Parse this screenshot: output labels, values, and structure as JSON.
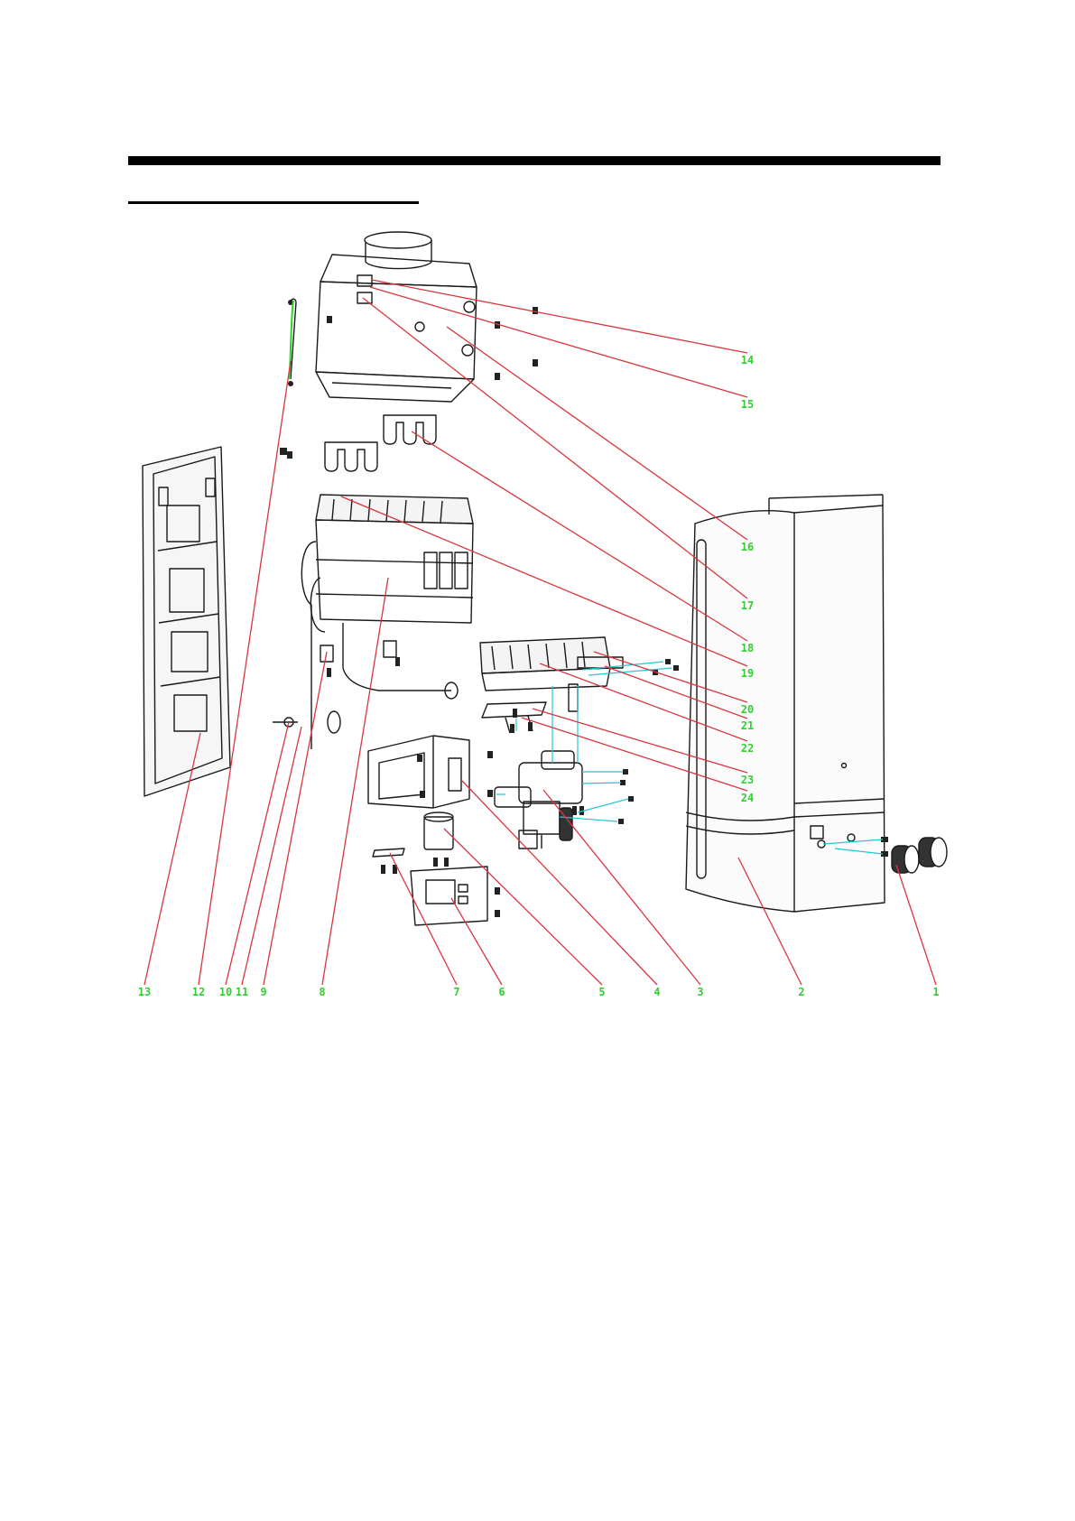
{
  "colors": {
    "leader": "#d9363e",
    "label": "#2fd12f",
    "line_art": "#1a1a1a",
    "connector": "#22c7d6",
    "rule": "#000000"
  },
  "callouts": [
    {
      "id": "1",
      "text": "1"
    },
    {
      "id": "2",
      "text": "2"
    },
    {
      "id": "3",
      "text": "3"
    },
    {
      "id": "4",
      "text": "4"
    },
    {
      "id": "5",
      "text": "5"
    },
    {
      "id": "6",
      "text": "6"
    },
    {
      "id": "7",
      "text": "7"
    },
    {
      "id": "8",
      "text": "8"
    },
    {
      "id": "9",
      "text": "9"
    },
    {
      "id": "10",
      "text": "10"
    },
    {
      "id": "11",
      "text": "11"
    },
    {
      "id": "12",
      "text": "12"
    },
    {
      "id": "13",
      "text": "13"
    },
    {
      "id": "14",
      "text": "14"
    },
    {
      "id": "15",
      "text": "15"
    },
    {
      "id": "16",
      "text": "16"
    },
    {
      "id": "17",
      "text": "17"
    },
    {
      "id": "18",
      "text": "18"
    },
    {
      "id": "19",
      "text": "19"
    },
    {
      "id": "20",
      "text": "20"
    },
    {
      "id": "21",
      "text": "21"
    },
    {
      "id": "22",
      "text": "22"
    },
    {
      "id": "23",
      "text": "23"
    },
    {
      "id": "24",
      "text": "24"
    }
  ]
}
